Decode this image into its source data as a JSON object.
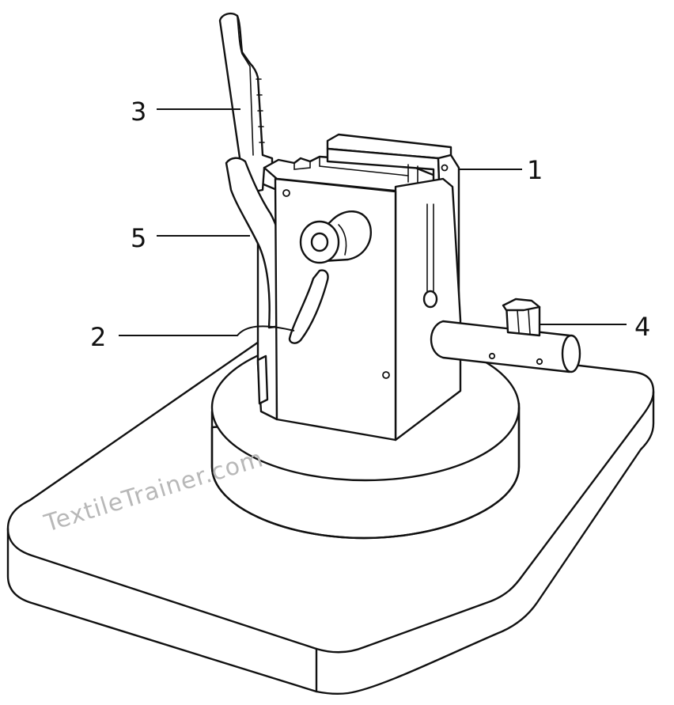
{
  "callouts": [
    {
      "id": "1",
      "label": "1"
    },
    {
      "id": "2",
      "label": "2"
    },
    {
      "id": "3",
      "label": "3"
    },
    {
      "id": "4",
      "label": "4"
    },
    {
      "id": "5",
      "label": "5"
    }
  ],
  "watermark": "TextileTrainer.com",
  "colors": {
    "line": "#111111",
    "watermark": "#b8b8b8",
    "background": "#ffffff"
  }
}
